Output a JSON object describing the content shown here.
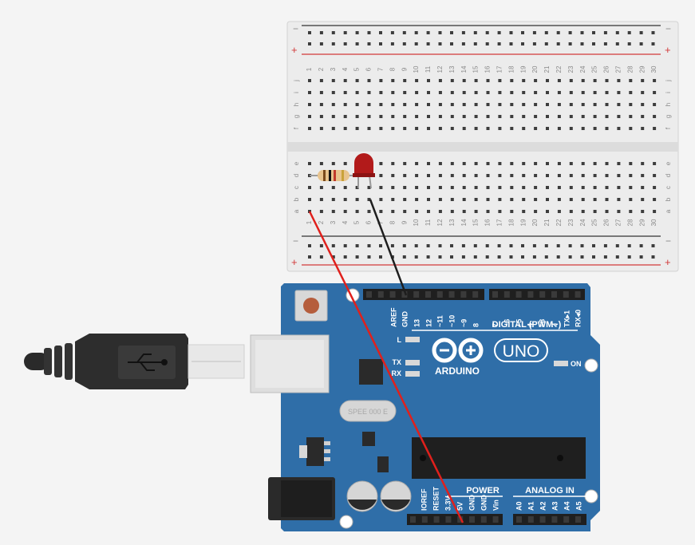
{
  "colors": {
    "background": "#f4f4f4",
    "board": "#2f6ea8",
    "breadboard": "#e9e9e9",
    "wire_power": "#e0201c",
    "wire_ground": "#222222",
    "led": "#b21a1a",
    "rail_plus": "#d23a3a"
  },
  "breadboard": {
    "rail_minus": "−",
    "rail_plus": "+",
    "row_letters_top": [
      "j",
      "i",
      "h",
      "g",
      "f"
    ],
    "row_letters_bottom": [
      "e",
      "d",
      "c",
      "b",
      "a"
    ],
    "columns": [
      "1",
      "2",
      "3",
      "4",
      "5",
      "6",
      "7",
      "8",
      "9",
      "10",
      "11",
      "12",
      "13",
      "14",
      "15",
      "16",
      "17",
      "18",
      "19",
      "20",
      "21",
      "22",
      "23",
      "24",
      "25",
      "26",
      "27",
      "28",
      "29",
      "30"
    ]
  },
  "arduino": {
    "logo_text": "ARDUINO",
    "model": "UNO",
    "crystal_label": "SPEE 000 E",
    "led_labels": {
      "l": "L",
      "tx": "TX",
      "rx": "RX",
      "on": "ON"
    },
    "digital_header_label": "DIGITAL (PWM~)",
    "digital_pins": [
      "AREF",
      "GND",
      "13",
      "12",
      "~11",
      "~10",
      "~9",
      "8",
      "7",
      "~6",
      "~5",
      "4",
      "~3",
      "2",
      "TX▸1",
      "RX◂0"
    ],
    "power_header_label": "POWER",
    "power_pins": [
      "IOREF",
      "RESET",
      "3.3V",
      "5V",
      "GND",
      "GND",
      "Vin"
    ],
    "analog_header_label": "ANALOG IN",
    "analog_pins": [
      "A0",
      "A1",
      "A2",
      "A3",
      "A4",
      "A5"
    ]
  },
  "components": {
    "resistor": "resistor-icon",
    "led": "led-icon",
    "usb_cable": "usb-cable-icon",
    "usb_symbol": "usb-icon"
  }
}
